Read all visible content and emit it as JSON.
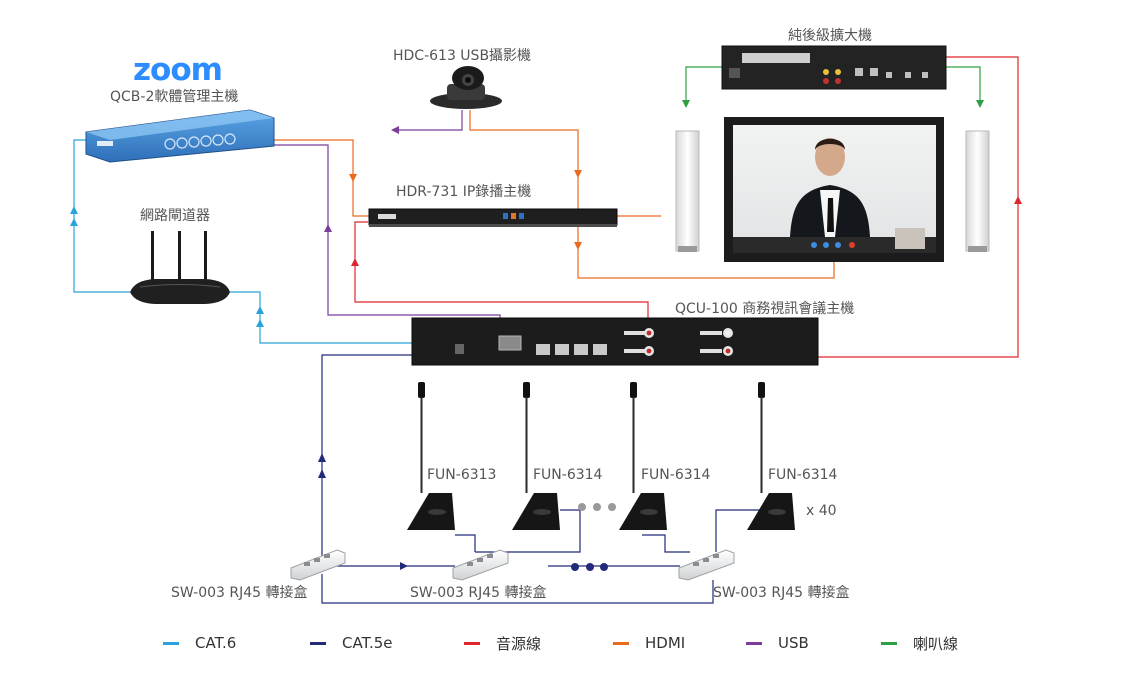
{
  "brand": {
    "logo_text": "zoom"
  },
  "devices": {
    "qcb": "QCB-2軟體管理主機",
    "camera": "HDC-613 USB攝影機",
    "amp": "純後級擴大機",
    "recorder": "HDR-731 IP錄播主機",
    "router": "網路閘道器",
    "qcu": "QCU-100 商務視訊會議主機",
    "mic1": "FUN-6313",
    "mic2": "FUN-6314",
    "mic3": "FUN-6314",
    "mic4": "FUN-6314",
    "mic_count": "x 40",
    "sw1": "SW-003 RJ45 轉接盒",
    "sw2": "SW-003 RJ45 轉接盒",
    "sw3": "SW-003 RJ45 轉接盒"
  },
  "legend": [
    {
      "label": "CAT.6",
      "color": "#29a3dc"
    },
    {
      "label": "CAT.5e",
      "color": "#222a7a"
    },
    {
      "label": "音源線",
      "color": "#e0262b"
    },
    {
      "label": "HDMI",
      "color": "#ea6a1e"
    },
    {
      "label": "USB",
      "color": "#7b3d97"
    },
    {
      "label": "喇叭線",
      "color": "#2ea043"
    }
  ],
  "colors": {
    "cat6": "#29a3dc",
    "cat5e": "#222a7a",
    "audio": "#e0262b",
    "hdmi": "#ea6a1e",
    "usb": "#7b3d97",
    "speaker": "#2ea043"
  }
}
